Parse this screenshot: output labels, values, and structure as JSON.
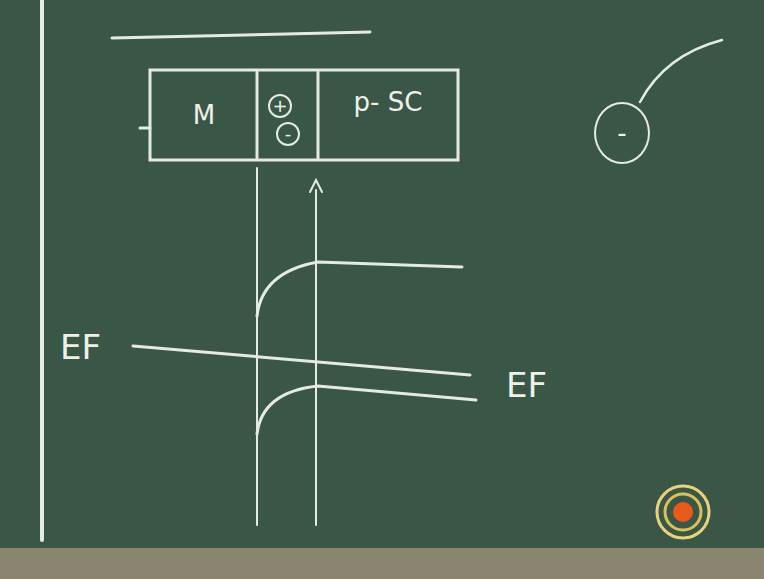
{
  "diagram": {
    "nodes": [
      {
        "text": [
          "M"
        ]
      },
      {
        "text": [
          "+"
        ]
      },
      {
        "text": [
          "-"
        ]
      },
      {
        "text": [
          "p- SC"
        ]
      },
      {
        "text": [
          "-"
        ]
      }
    ],
    "labels": [
      "EF",
      "EF"
    ]
  }
}
